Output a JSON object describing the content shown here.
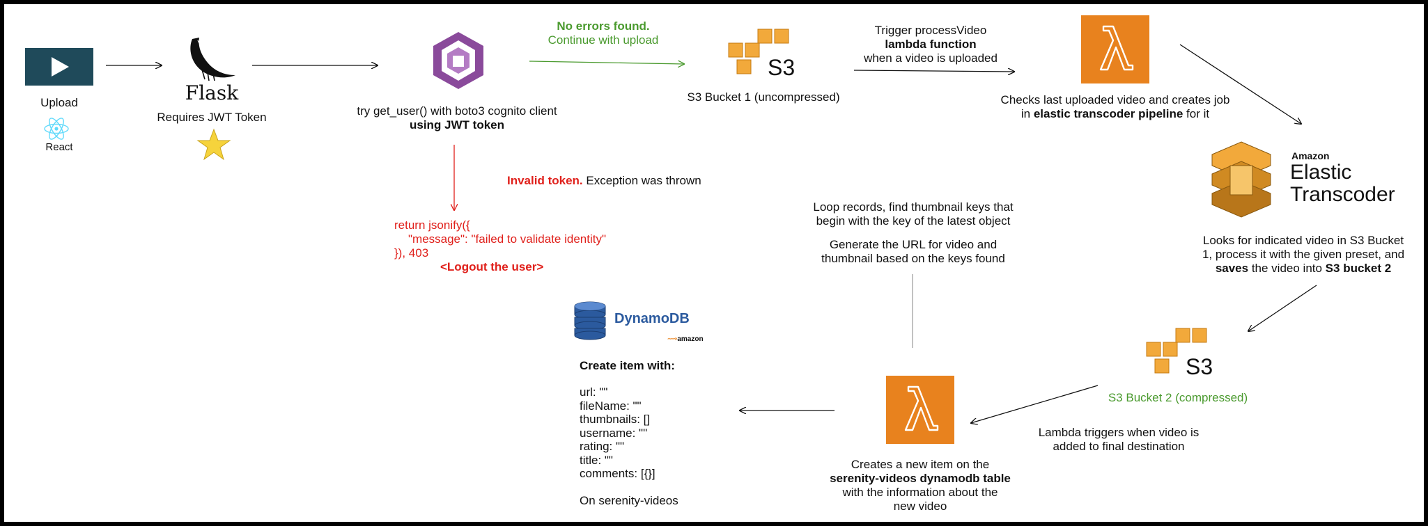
{
  "upload": {
    "label": "Upload",
    "react_label": "React"
  },
  "flask": {
    "logo_text": "Flask",
    "caption": "Requires JWT Token"
  },
  "cognito": {
    "line1": "try get_user() with boto3 cognito client",
    "line2": "using JWT token"
  },
  "success": {
    "title": "No errors found.",
    "subtitle": "Continue with upload"
  },
  "error": {
    "title": "Invalid token.",
    "title_rest": " Exception was thrown",
    "code_line1": "return jsonify({",
    "code_line2": "\"message\": \"failed to validate identity\"",
    "code_line3": "}), 403",
    "logout": "<Logout the user>"
  },
  "s3_bucket1": {
    "logo_text": "S3",
    "label": "S3 Bucket 1 (uncompressed)"
  },
  "trigger": {
    "line1": "Trigger processVideo",
    "line2": "lambda function",
    "line3": "when a video is uploaded"
  },
  "lambda1": {
    "caption_line1": "Checks last uploaded video and creates job",
    "caption_line2_pre": "in ",
    "caption_line2_bold": "elastic transcoder pipeline",
    "caption_line2_post": " for it"
  },
  "transcoder": {
    "brand_small": "Amazon",
    "brand_line1": "Elastic",
    "brand_line2": "Transcoder",
    "caption_line1": "Looks for indicated video in S3 Bucket",
    "caption_line2": "1, process it with the given preset, and",
    "caption_line3_bold1": "saves",
    "caption_line3_mid": " the video into ",
    "caption_line3_bold2": "S3 bucket 2"
  },
  "s3_bucket2": {
    "logo_text": "S3",
    "label": "S3 Bucket 2 (compressed)"
  },
  "lambda_trigger_note": {
    "line1": "Lambda triggers when video is",
    "line2": "added to final destination"
  },
  "lambda2": {
    "caption_line1": "Creates a new item on the",
    "caption_line2": "serenity-videos dynamodb table",
    "caption_line3": "with the information about the",
    "caption_line4": "new video"
  },
  "loop_note": {
    "line1": "Loop records, find thumbnail keys that",
    "line2": "begin with the key of the latest object",
    "line3": "Generate the URL for video and",
    "line4": "thumbnail based on the keys found"
  },
  "dynamodb": {
    "logo_text": "DynamoDB",
    "amazon_badge": "amazon",
    "title": "Create item with:",
    "fields": [
      "url: \"\"",
      "fileName: \"\"",
      "thumbnails: []",
      "username: \"\"",
      "rating: \"\"",
      "title: \"\"",
      "comments: [{}]"
    ],
    "footer": "On serenity-videos"
  },
  "colors": {
    "aws_orange": "#e8821e",
    "aws_gold": "#f2a93b",
    "error_red": "#e0201b",
    "success_green": "#4a9a2e",
    "cognito_purple": "#8a4a9b",
    "upload_teal": "#1f4a5a",
    "dynamo_blue": "#2b5a9e",
    "star_yellow": "#f6d33c"
  },
  "icons": [
    "play-icon",
    "react-icon",
    "flask-icon",
    "star-icon",
    "cognito-icon",
    "s3-icon",
    "lambda-icon",
    "elastic-transcoder-icon",
    "dynamodb-icon"
  ]
}
